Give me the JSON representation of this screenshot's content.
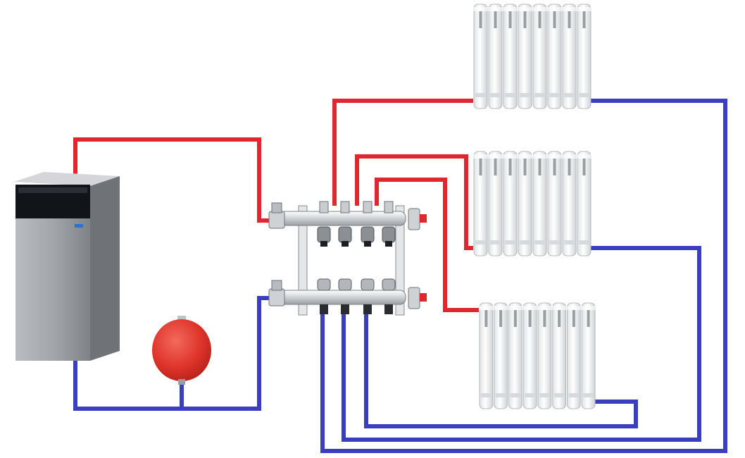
{
  "diagram": {
    "kind": "heating-system-manifold-schematic",
    "colors": {
      "background": "#ffffff",
      "supply_pipe": "#e0262e",
      "return_pipe": "#3a3fbf",
      "boiler_body": "#9ea1a6",
      "boiler_panel": "#111418",
      "expansion_tank": "#e0352b",
      "radiator": "#eef0f1",
      "manifold": "#d9dbdd"
    },
    "components": {
      "boiler": {
        "icon": "boiler-icon"
      },
      "expansion_tank": {
        "icon": "expansion-tank-icon"
      },
      "manifold": {
        "icon": "manifold-icon",
        "outlets_per_bar": 4
      },
      "radiators": [
        {
          "icon": "radiator-icon",
          "sections": 8
        },
        {
          "icon": "radiator-icon",
          "sections": 8
        },
        {
          "icon": "radiator-icon",
          "sections": 8
        }
      ]
    }
  }
}
